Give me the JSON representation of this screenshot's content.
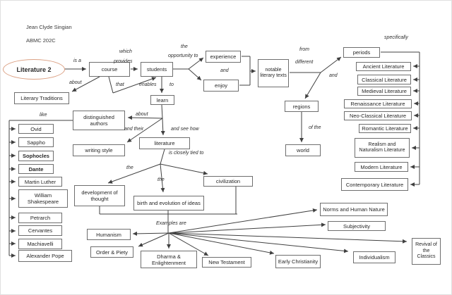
{
  "header": {
    "author": "Jean Clyde Singian",
    "course_code": "ABMC 202C"
  },
  "colors": {
    "topic_ellipse_stroke": "#dca184",
    "connector_line": "#404040",
    "box_border": "#6e6e6e"
  },
  "topic": {
    "label": "Literature 2"
  },
  "nodes": {
    "course": "course",
    "students": "students",
    "experience": "experience",
    "enjoy": "enjoy",
    "notable_literary_texts": "notable literary texts",
    "periods": "periods",
    "regions": "regions",
    "world": "world",
    "literary_traditions": "Literary Traditions",
    "learn": "learn",
    "distinguished_authors": "distinguished authors",
    "writing_style": "writing style",
    "literature": "literature",
    "development_of_thought": "development of thought",
    "birth_and_evolution": "birth and evolution of ideas",
    "civilization": "civilization",
    "humanism": "Humanism",
    "order_piety": "Order & Piety",
    "dharma_enlightenment": "Dharma & Enlightenment",
    "new_testament": "New Testament",
    "early_christianity": "Early Christianity",
    "individualism": "Individualism",
    "revival_classics": "Revival of the Classics",
    "norms_human_nature": "Norms and Human Nature",
    "subjectivity": "Subjectivity"
  },
  "authors": [
    "Ovid",
    "Sappho",
    "Sophocles",
    "Dante",
    "Martin Luther",
    "William Shakespeare",
    "Petrarch",
    "Cervantes",
    "Machiavelli",
    "Alexander Pope"
  ],
  "periods_list": [
    "Ancient Literature",
    "Classical Literature",
    "Medieval Literature",
    "Renaissance Literature",
    "Neo-Classical Literature",
    "Romantic Literature",
    "Realism and Naturalism Literature",
    "Modern Literature",
    "Contemporary Literature"
  ],
  "edge_labels": {
    "is_a": "is a",
    "which": "which",
    "provides": "provides",
    "about_course": "about",
    "that": "that",
    "enables": "enables",
    "to": "to",
    "the_opportunity": "the",
    "opportunity_to": "opportunity to",
    "and_experience_enjoy": "and",
    "from": "from",
    "different": "different",
    "and_periods_regions": "and",
    "specifically": "specifically",
    "of_the": "of the",
    "about_authors": "about",
    "and_their": "and their",
    "and_see_how": "and see how",
    "is_closely_tied_to": "is closely tied to",
    "the_development": "the",
    "the_birth": "the",
    "examples_are": "Examples are",
    "like": "like"
  }
}
